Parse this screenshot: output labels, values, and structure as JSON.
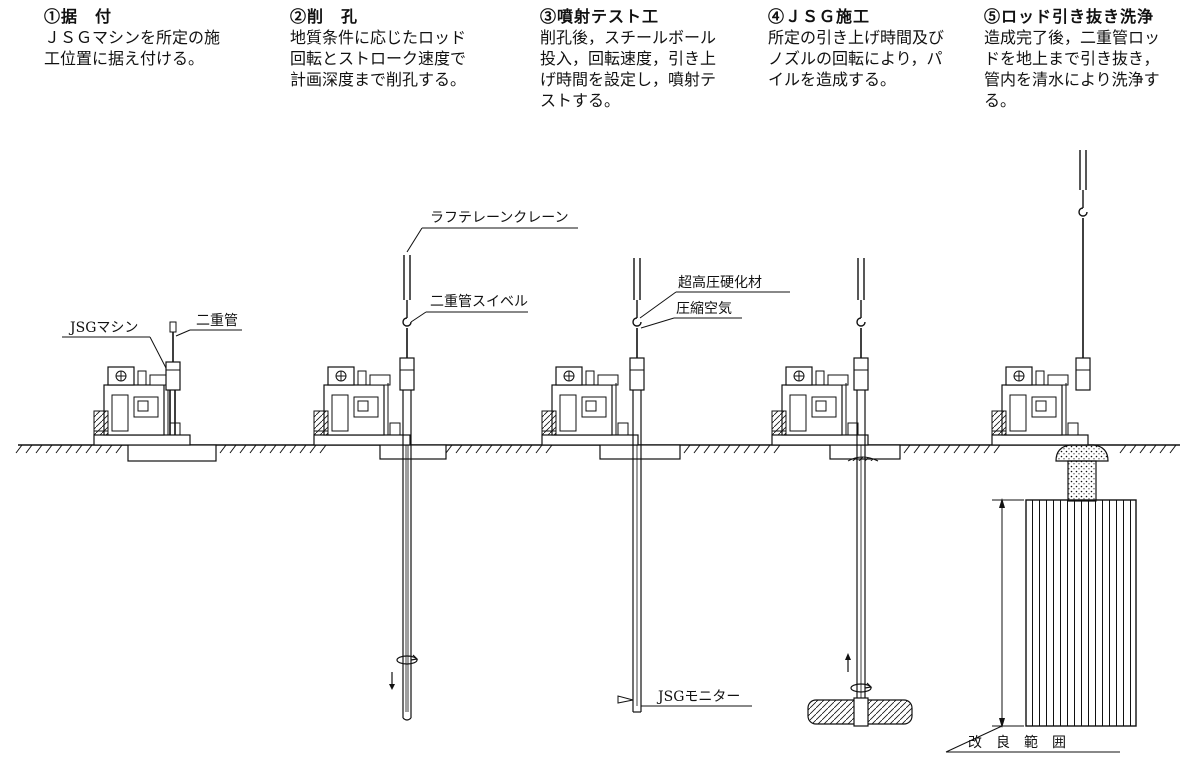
{
  "steps": [
    {
      "title": "①据　付",
      "lines": [
        "ＪＳＧマシンを所定の施",
        "工位置に据え付ける。"
      ]
    },
    {
      "title": "②削　孔",
      "lines": [
        "地質条件に応じたロッド",
        "回転とストローク速度で",
        "計画深度まで削孔する。"
      ]
    },
    {
      "title": "③噴射テスト工",
      "lines": [
        "削孔後，スチールボール",
        "投入，回転速度，引き上",
        "げ時間を設定し，噴射テ",
        "ストする。"
      ]
    },
    {
      "title": "④ＪＳＧ施工",
      "lines": [
        "所定の引き上げ時間及び",
        "ノズルの回転により，パ",
        "イルを造成する。"
      ]
    },
    {
      "title": "⑤ロッド引き抜き洗浄",
      "lines": [
        "造成完了後，二重管ロッ",
        "ドを地上まで引き抜き，",
        "管内を清水により洗浄す",
        "る。"
      ]
    }
  ],
  "labels": {
    "jsg_machine": "JSGマシン",
    "double_pipe": "二重管",
    "crane": "ラフテレーンクレーン",
    "swivel": "二重管スイベル",
    "hardener": "超高圧硬化材",
    "air": "圧縮空気",
    "monitor": "JSGモニター",
    "improved_range": "改　良　範　囲"
  },
  "icons": [
    "machine-icon",
    "rotation-arrow-icon",
    "down-arrow-icon",
    "up-arrow-icon",
    "hook-icon"
  ]
}
